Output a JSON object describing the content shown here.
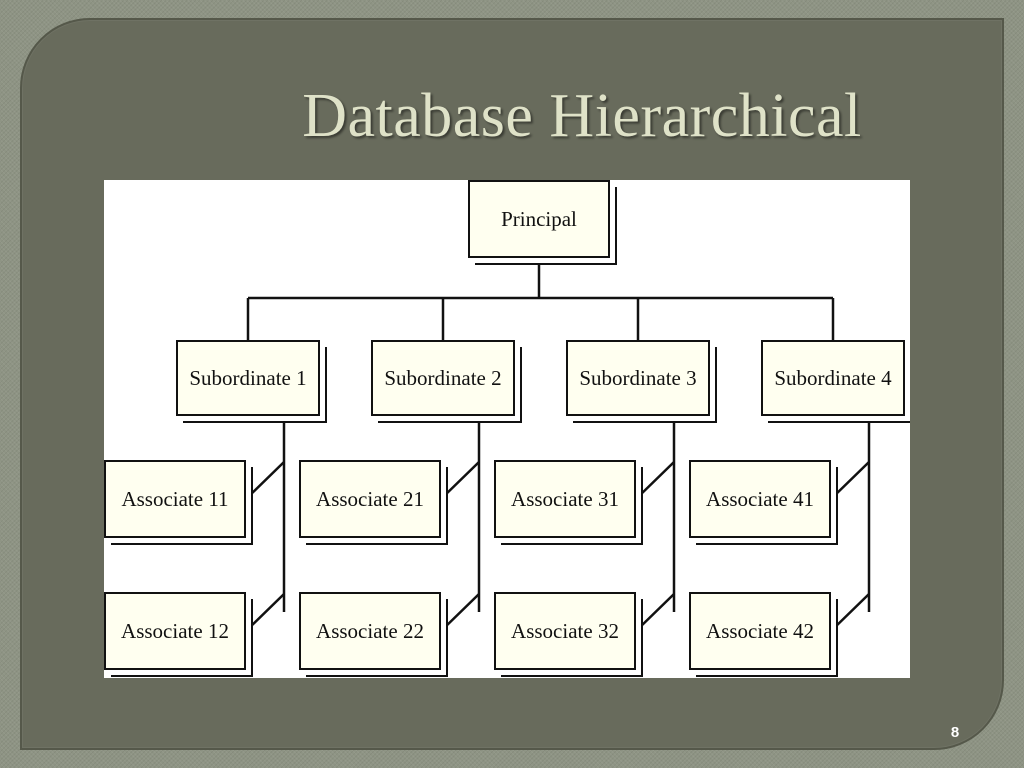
{
  "slide": {
    "title": "Database Hierarchical",
    "page_number": "8"
  },
  "diagram": {
    "root": "Principal",
    "subordinates": [
      {
        "label": "Subordinate 1",
        "associates": [
          "Associate 11",
          "Associate 12"
        ]
      },
      {
        "label": "Subordinate 2",
        "associates": [
          "Associate 21",
          "Associate 22"
        ]
      },
      {
        "label": "Subordinate 3",
        "associates": [
          "Associate 31",
          "Associate 32"
        ]
      },
      {
        "label": "Subordinate 4",
        "associates": [
          "Associate 41",
          "Associate 42"
        ]
      }
    ]
  }
}
